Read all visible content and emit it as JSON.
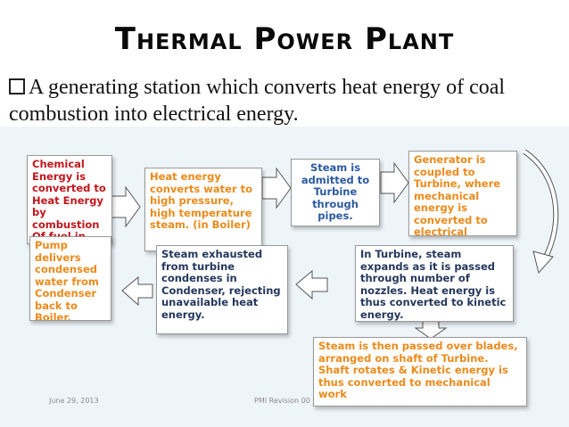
{
  "title": "Thermal Power Plant",
  "intro": "A generating station which converts heat energy of coal combustion into electrical energy.",
  "boxes": {
    "chemical": "Chemical Energy is converted to Heat Energy by combustion Of fuel in Boiler.",
    "heat": "Heat energy converts water to high pressure, high temperature steam. (in Boiler)",
    "steam_admitted": "Steam is admitted to Turbine through pipes.",
    "generator": "Generator is coupled to Turbine, where mechanical energy is converted to electrical energy.",
    "turbine_steam": "In Turbine, steam expands as it is passed through number of nozzles. Heat energy is thus converted to kinetic energy.",
    "blades": "Steam is then passed over blades, arranged on shaft of Turbine. Shaft rotates & Kinetic energy is thus converted to mechanical work",
    "exhaust": "Steam exhausted from turbine condenses in Condenser, rejecting unavailable heat energy.",
    "pump": "Pump delivers condensed water from Condenser back to Boiler."
  },
  "footer": {
    "date": "June 29, 2013",
    "revision": "PMI Revision 00"
  },
  "colors": {
    "red": "#c2161c",
    "orange": "#ec8a1a",
    "blue": "#2a5aa0",
    "navy": "#24375c",
    "diagram_bg": "#eef5f9"
  }
}
